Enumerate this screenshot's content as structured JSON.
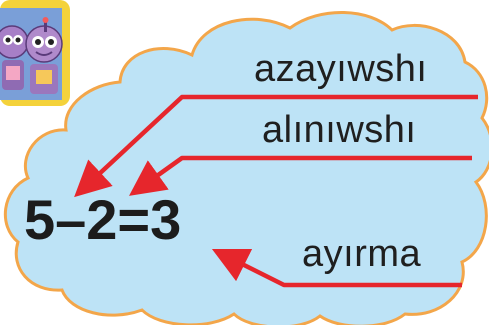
{
  "equation": "5–2=3",
  "labels": {
    "minuend": "azayıwshı",
    "subtrahend": "alınıwshı",
    "difference": "ayırma"
  },
  "colors": {
    "cloud_fill": "#bde3f6",
    "cloud_stroke": "#f3a64a",
    "arrow": "#e6262c",
    "text": "#1f1f1f"
  },
  "icons": [
    "cartoon-robots-image"
  ]
}
